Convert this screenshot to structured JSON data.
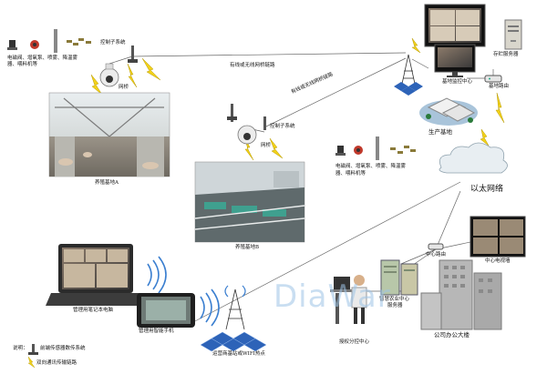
{
  "labels": {
    "control_subsystem_a": "控制子系统",
    "equipment_a_line1": "电磁阀、增氧泵、喷雾、降温雾",
    "equipment_a_line2": "器、喂料机等",
    "bridge_a": "网桥",
    "farm_a": "养殖基地A",
    "link_wired_wireless_1": "有线或无线网桥链路",
    "link_wired_wireless_2": "有线或无线网桥链路",
    "control_subsystem_b": "控制子系统",
    "bridge_b": "网桥",
    "equipment_b_line1": "电磁阀、增氧泵、喷雾、降温雾",
    "equipment_b_line2": "器、喂料机等",
    "farm_b": "养殖基地B",
    "storage_server": "存贮服务器",
    "base_monitor_center": "基地监控中心",
    "base_router": "基地路由",
    "production_base": "生产基地",
    "ethernet": "以太网络",
    "center_router": "中心路由",
    "center_tv_wall": "中心电视墙",
    "smart_agri_server_line1": "智慧农业中心",
    "smart_agri_server_line2": "服务器",
    "office_building": "公司办公大楼",
    "control_center": "授权分控中心",
    "laptop": "管理用笔记本电脑",
    "smartphone": "管理用智能手机",
    "carrier_base_station": "运营商基站或WIFI热点",
    "legend_title": "说明：",
    "legend_sensor": "前端传感器数传系统",
    "legend_link": "双向通讯传输链路"
  },
  "watermark": "DiaWar",
  "colors": {
    "link_yellow": "#f2d21a",
    "lightning_outline": "#b89a00",
    "cloud": "#e8eef2",
    "wifi_blue": "#3b7fd0",
    "legend_marker": "#d8b400"
  },
  "icons": [
    "camera-dome-icon",
    "antenna-icon",
    "server-icon",
    "router-icon",
    "cloud-icon",
    "tower-icon",
    "building-icon",
    "person-icon",
    "laptop-icon",
    "phone-icon",
    "wifi-icon",
    "valve-icon",
    "pump-icon",
    "sprayer-icon"
  ]
}
